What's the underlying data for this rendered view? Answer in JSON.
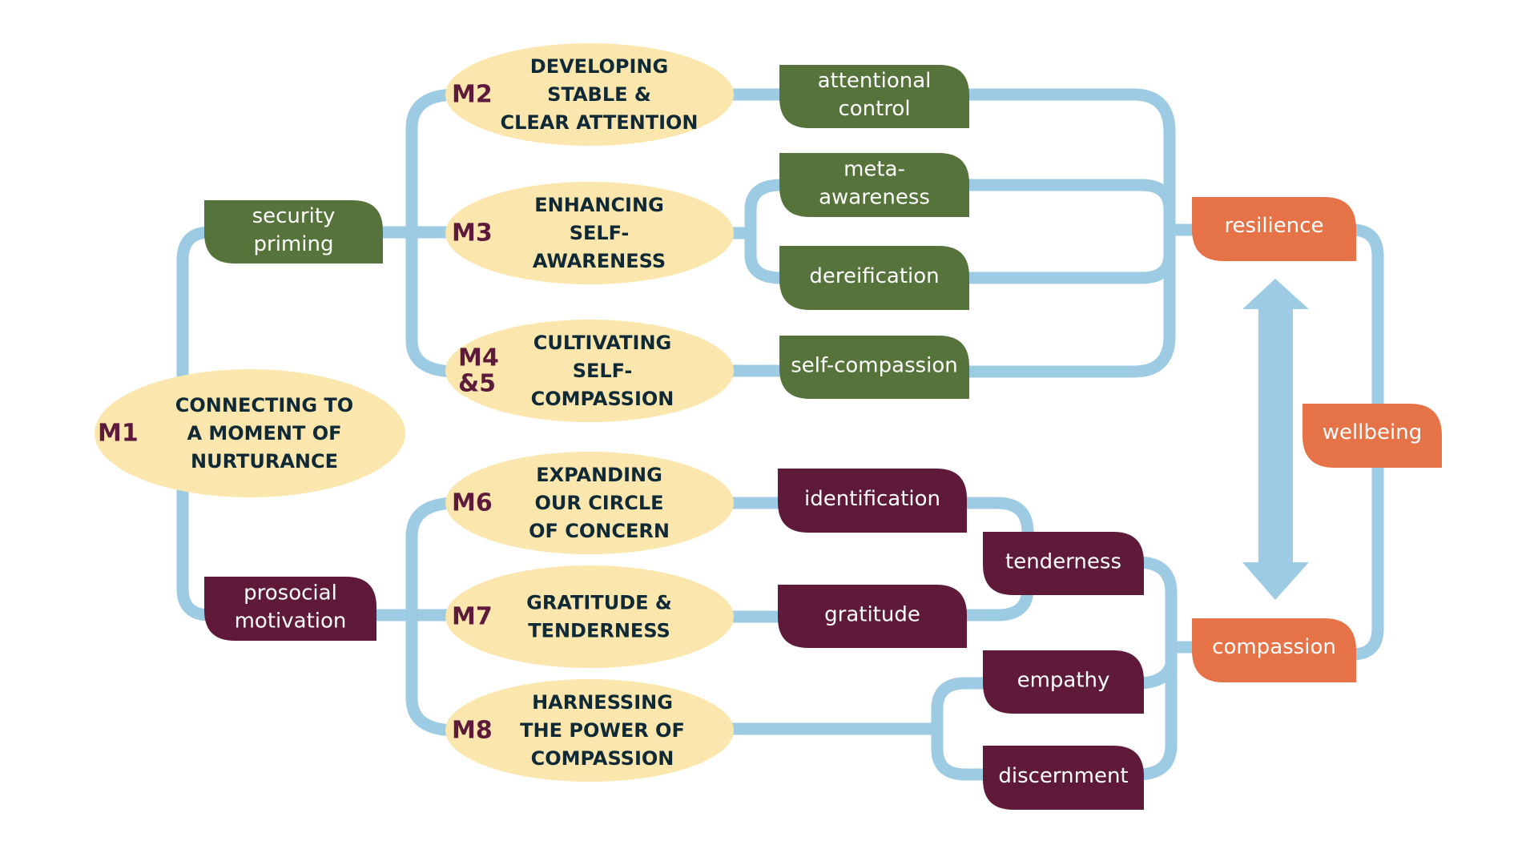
{
  "diagram": {
    "colors": {
      "connector": "#9ccbe3",
      "module_fill": "#fbe7ad",
      "module_label": "#5e1a3a",
      "module_title": "#0f2a36",
      "resilience_path": "#55733a",
      "compassion_path": "#5f1a3a",
      "outcome": "#e57347",
      "box_text": "#ffffff"
    },
    "modules": [
      {
        "id": "m1",
        "label": "M1",
        "lines": [
          "CONNECTING TO",
          "A MOMENT OF",
          "NURTURANCE"
        ]
      },
      {
        "id": "m2",
        "label": "M2",
        "lines": [
          "DEVELOPING",
          "STABLE &",
          "CLEAR ATTENTION"
        ]
      },
      {
        "id": "m3",
        "label": "M3",
        "lines": [
          "ENHANCING",
          "SELF-",
          "AWARENESS"
        ]
      },
      {
        "id": "m45",
        "label": "M4 &5",
        "label_lines": [
          "M4",
          "&5"
        ],
        "lines": [
          "CULTIVATING",
          "SELF-",
          "COMPASSION"
        ]
      },
      {
        "id": "m6",
        "label": "M6",
        "lines": [
          "EXPANDING",
          "OUR CIRCLE",
          "OF CONCERN"
        ]
      },
      {
        "id": "m7",
        "label": "M7",
        "lines": [
          "GRATITUDE &",
          "TENDERNESS"
        ]
      },
      {
        "id": "m8",
        "label": "M8",
        "lines": [
          "HARNESSING",
          "THE POWER OF",
          "COMPASSION"
        ]
      }
    ],
    "processes": [
      {
        "id": "security-priming",
        "group": "green",
        "lines": [
          "security",
          "priming"
        ]
      },
      {
        "id": "prosocial-motivation",
        "group": "purple",
        "lines": [
          "prosocial",
          "motivation"
        ]
      },
      {
        "id": "attentional-control",
        "group": "green",
        "lines": [
          "attentional",
          "control"
        ]
      },
      {
        "id": "meta-awareness",
        "group": "green",
        "lines": [
          "meta-",
          "awareness"
        ]
      },
      {
        "id": "dereification",
        "group": "green",
        "lines": [
          "dereification"
        ]
      },
      {
        "id": "self-compassion",
        "group": "green",
        "lines": [
          "self-compassion"
        ]
      },
      {
        "id": "identification",
        "group": "purple",
        "lines": [
          "identification"
        ]
      },
      {
        "id": "gratitude",
        "group": "purple",
        "lines": [
          "gratitude"
        ]
      },
      {
        "id": "tenderness",
        "group": "purple",
        "lines": [
          "tenderness"
        ]
      },
      {
        "id": "empathy",
        "group": "purple",
        "lines": [
          "empathy"
        ]
      },
      {
        "id": "discernment",
        "group": "purple",
        "lines": [
          "discernment"
        ]
      }
    ],
    "outcomes": [
      {
        "id": "resilience",
        "lines": [
          "resilience"
        ]
      },
      {
        "id": "wellbeing",
        "lines": [
          "wellbeing"
        ]
      },
      {
        "id": "compassion",
        "lines": [
          "compassion"
        ]
      }
    ],
    "edges": [
      [
        "m1",
        "security-priming"
      ],
      [
        "m1",
        "prosocial-motivation"
      ],
      [
        "security-priming",
        "m2"
      ],
      [
        "security-priming",
        "m3"
      ],
      [
        "security-priming",
        "m45"
      ],
      [
        "prosocial-motivation",
        "m6"
      ],
      [
        "prosocial-motivation",
        "m7"
      ],
      [
        "prosocial-motivation",
        "m8"
      ],
      [
        "m2",
        "attentional-control"
      ],
      [
        "m3",
        "meta-awareness"
      ],
      [
        "m3",
        "dereification"
      ],
      [
        "m45",
        "self-compassion"
      ],
      [
        "attentional-control",
        "resilience"
      ],
      [
        "meta-awareness",
        "resilience"
      ],
      [
        "dereification",
        "resilience"
      ],
      [
        "self-compassion",
        "resilience"
      ],
      [
        "m6",
        "identification"
      ],
      [
        "m7",
        "gratitude"
      ],
      [
        "identification",
        "tenderness"
      ],
      [
        "gratitude",
        "tenderness"
      ],
      [
        "m8",
        "empathy"
      ],
      [
        "m8",
        "discernment"
      ],
      [
        "tenderness",
        "compassion"
      ],
      [
        "empathy",
        "compassion"
      ],
      [
        "discernment",
        "compassion"
      ],
      [
        "resilience",
        "wellbeing"
      ],
      [
        "compassion",
        "wellbeing"
      ]
    ],
    "bidirectional_arrow": {
      "between": [
        "resilience",
        "compassion"
      ]
    }
  }
}
